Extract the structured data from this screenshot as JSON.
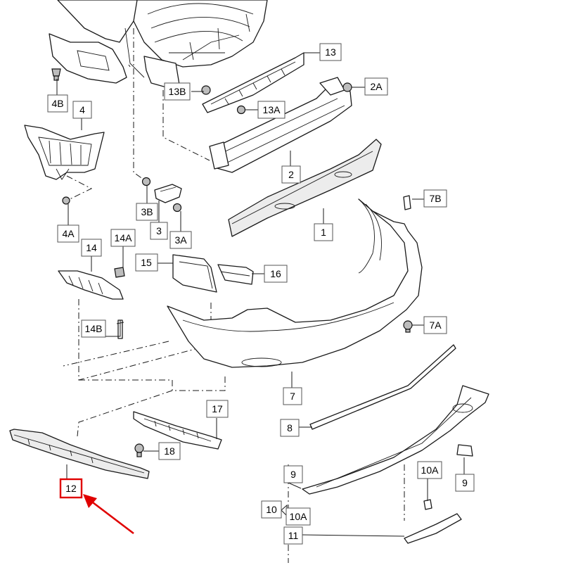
{
  "labels": {
    "l1": "1",
    "l2": "2",
    "l2A": "2A",
    "l3": "3",
    "l3A": "3A",
    "l3B": "3B",
    "l4": "4",
    "l4A": "4A",
    "l4B": "4B",
    "l7": "7",
    "l7A": "7A",
    "l7B": "7B",
    "l8": "8",
    "l9a": "9",
    "l9b": "9",
    "l10": "10",
    "l10A": "10A",
    "l10Ab": "10A",
    "l11": "11",
    "l12": "12",
    "l13": "13",
    "l13A": "13A",
    "l13B": "13B",
    "l14": "14",
    "l14A": "14A",
    "l14B": "14B",
    "l15": "15",
    "l16": "16",
    "l17": "17",
    "l18": "18"
  },
  "highlight": {
    "part": "12",
    "color": "#e00000"
  }
}
